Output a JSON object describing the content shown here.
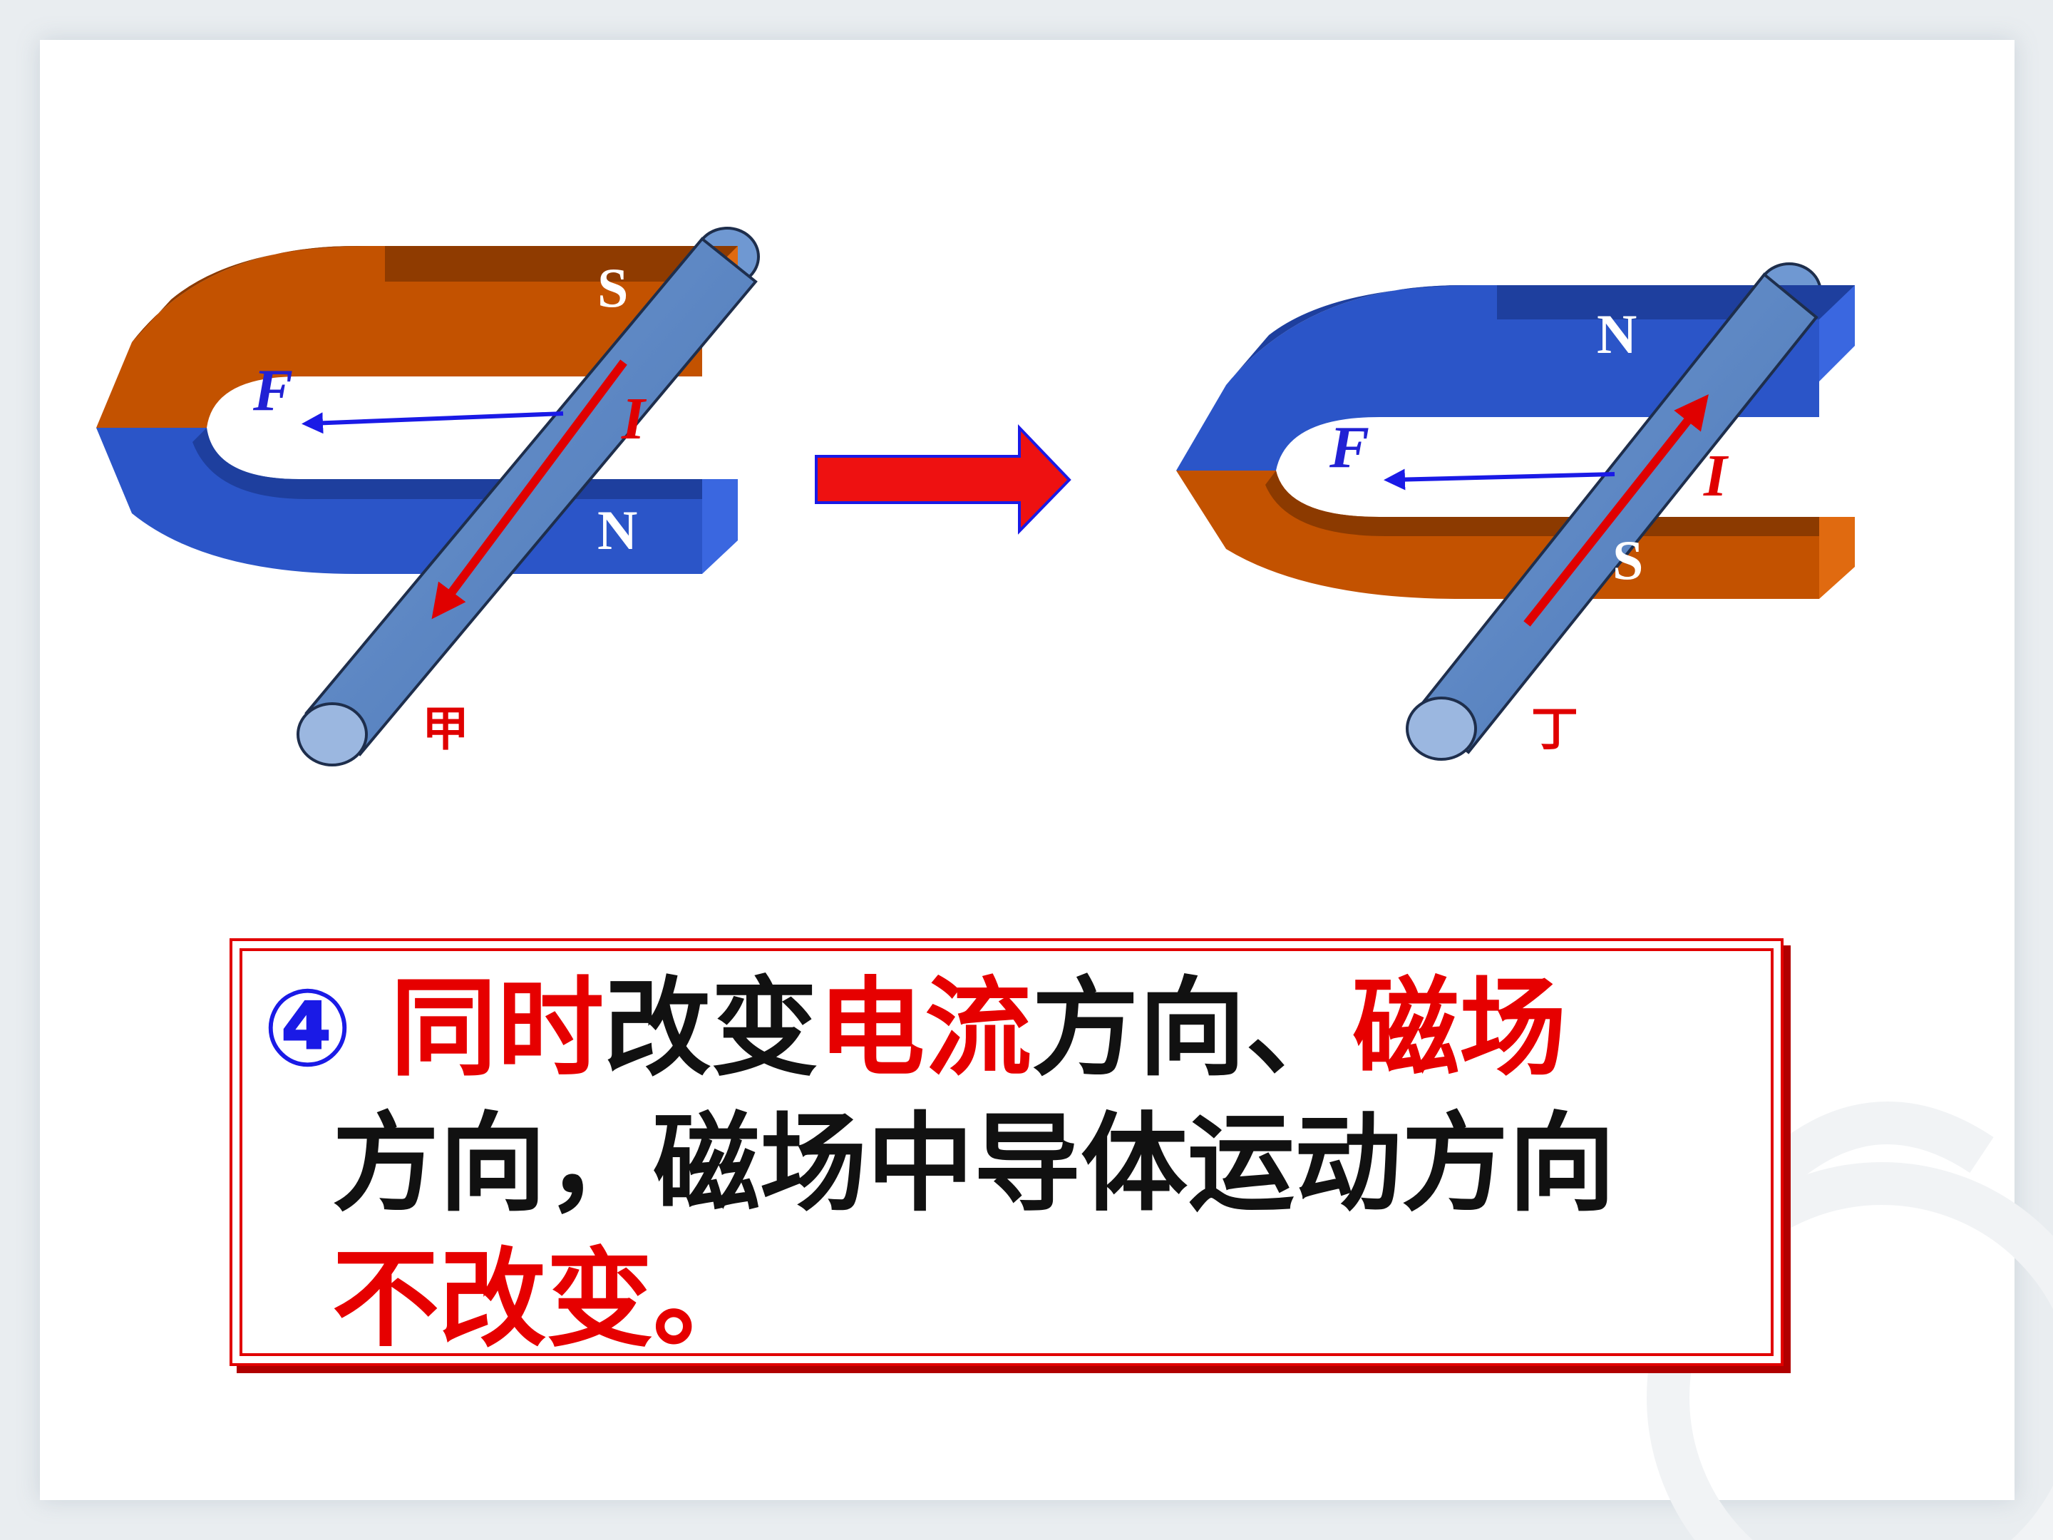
{
  "diagram": {
    "left": {
      "pole_top": "S",
      "pole_bottom": "N",
      "force_label": "F",
      "current_label": "I",
      "figure_label": "甲"
    },
    "right": {
      "pole_top": "N",
      "pole_bottom": "S",
      "force_label": "F",
      "current_label": "I",
      "figure_label": "丁"
    },
    "colors": {
      "orange": "#c05000",
      "blue": "#2b55c8",
      "rod": "#5a86c3",
      "arrow_red": "#e00000",
      "force_blue": "#1a1ae6"
    }
  },
  "statement": {
    "marker": "④",
    "part1_red": "同时",
    "part2": "改变",
    "part3_red": "电流",
    "part4": "方向、",
    "part5_red": "磁场",
    "line2": "方向，磁场中导体运动方向",
    "line3_red": "不改变。"
  }
}
